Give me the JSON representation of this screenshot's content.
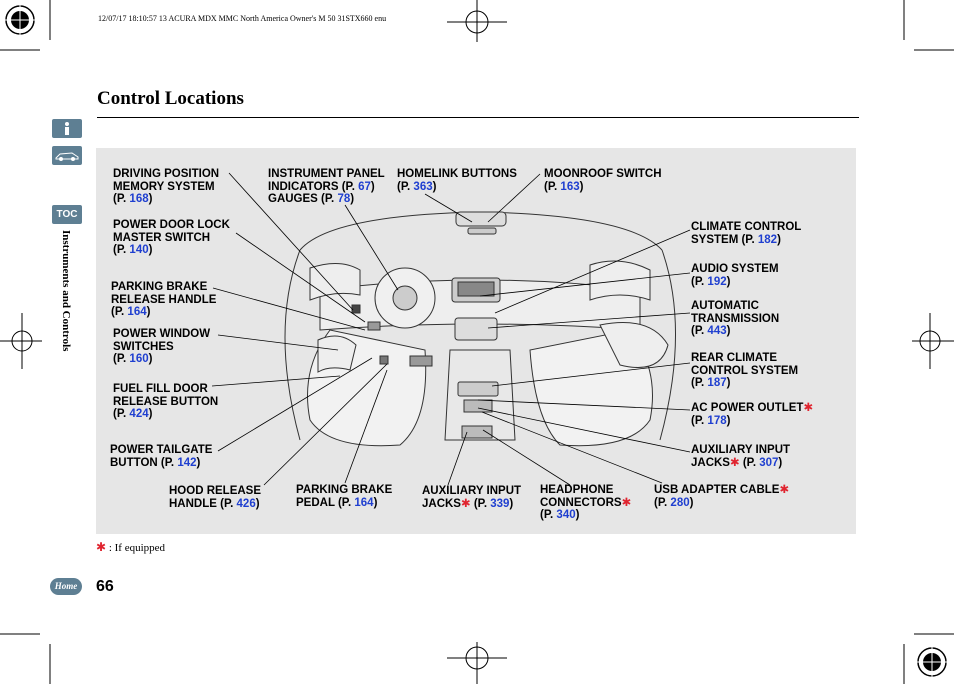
{
  "header_meta": "12/07/17 18:10:57    13 ACURA MDX MMC North America Owner's M 50 31STX660 enu",
  "page": {
    "title": "Control Locations",
    "number": "66",
    "section_tab": "Instruments and Controls",
    "nav": {
      "toc": "TOC",
      "home": "Home"
    }
  },
  "footnote": {
    "star": "✱",
    "text": ": If equipped"
  },
  "labels": {
    "driving_position": {
      "lines": [
        "DRIVING POSITION",
        "MEMORY SYSTEM"
      ],
      "p": "(P. ",
      "ref": "168",
      "close": ")"
    },
    "instrument_panel": {
      "line1": "INSTRUMENT PANEL",
      "indicators": "INDICATORS (P. ",
      "indicators_ref": "67",
      "close": ")",
      "gauges": "GAUGES (P. ",
      "gauges_ref": "78"
    },
    "homelink": {
      "line1": "HOMELINK BUTTONS",
      "p": "(P. ",
      "ref": "363",
      "close": ")"
    },
    "moonroof": {
      "line1": "MOONROOF SWITCH",
      "p": "(P. ",
      "ref": "163",
      "close": ")"
    },
    "power_door_lock": {
      "lines": [
        "POWER DOOR LOCK",
        "MASTER SWITCH"
      ],
      "p": "(P. ",
      "ref": "140",
      "close": ")"
    },
    "parking_brake_release": {
      "lines": [
        "PARKING BRAKE",
        "RELEASE HANDLE"
      ],
      "p": "(P. ",
      "ref": "164",
      "close": ")"
    },
    "power_window": {
      "lines": [
        "POWER WINDOW",
        "SWITCHES"
      ],
      "p": "(P. ",
      "ref": "160",
      "close": ")"
    },
    "fuel_fill": {
      "lines": [
        "FUEL FILL DOOR",
        "RELEASE BUTTON"
      ],
      "p": "(P. ",
      "ref": "424",
      "close": ")"
    },
    "power_tailgate": {
      "line1": "POWER TAILGATE",
      "line2": "BUTTON (P. ",
      "ref": "142",
      "close": ")"
    },
    "hood_release": {
      "line1": "HOOD RELEASE",
      "line2": "HANDLE (P. ",
      "ref": "426",
      "close": ")"
    },
    "parking_brake_pedal": {
      "line1": "PARKING BRAKE",
      "line2": "PEDAL (P. ",
      "ref": "164",
      "close": ")"
    },
    "aux_jacks_front": {
      "line1": "AUXILIARY INPUT",
      "line2": "JACKS",
      "star": "✱",
      "p": " (P. ",
      "ref": "339",
      "close": ")"
    },
    "headphone": {
      "line1": "HEADPHONE",
      "line2": "CONNECTORS",
      "star": "✱",
      "p": "(P. ",
      "ref": "340",
      "close": ")"
    },
    "usb": {
      "line1": "USB ADAPTER CABLE",
      "star": "✱",
      "p": "(P. ",
      "ref": "280",
      "close": ")"
    },
    "climate": {
      "line1": "CLIMATE CONTROL",
      "line2": "SYSTEM (P. ",
      "ref": "182",
      "close": ")"
    },
    "audio": {
      "line1": "AUDIO SYSTEM",
      "p": "(P. ",
      "ref": "192",
      "close": ")"
    },
    "transmission": {
      "lines": [
        "AUTOMATIC",
        "TRANSMISSION"
      ],
      "p": "(P. ",
      "ref": "443",
      "close": ")"
    },
    "rear_climate": {
      "lines": [
        "REAR CLIMATE",
        "CONTROL SYSTEM"
      ],
      "p": "(P. ",
      "ref": "187",
      "close": ")"
    },
    "ac_power": {
      "line1": "AC POWER OUTLET",
      "star": "✱",
      "p": "(P. ",
      "ref": "178",
      "close": ")"
    },
    "aux_jacks_rear": {
      "line1": "AUXILIARY INPUT",
      "line2": "JACKS",
      "star": "✱",
      "p": " (P. ",
      "ref": "307",
      "close": ")"
    }
  },
  "colors": {
    "link": "#1f3fd0",
    "star": "#e0242f",
    "panel": "#e6e6e6",
    "nav_tab": "#5e7f93"
  }
}
